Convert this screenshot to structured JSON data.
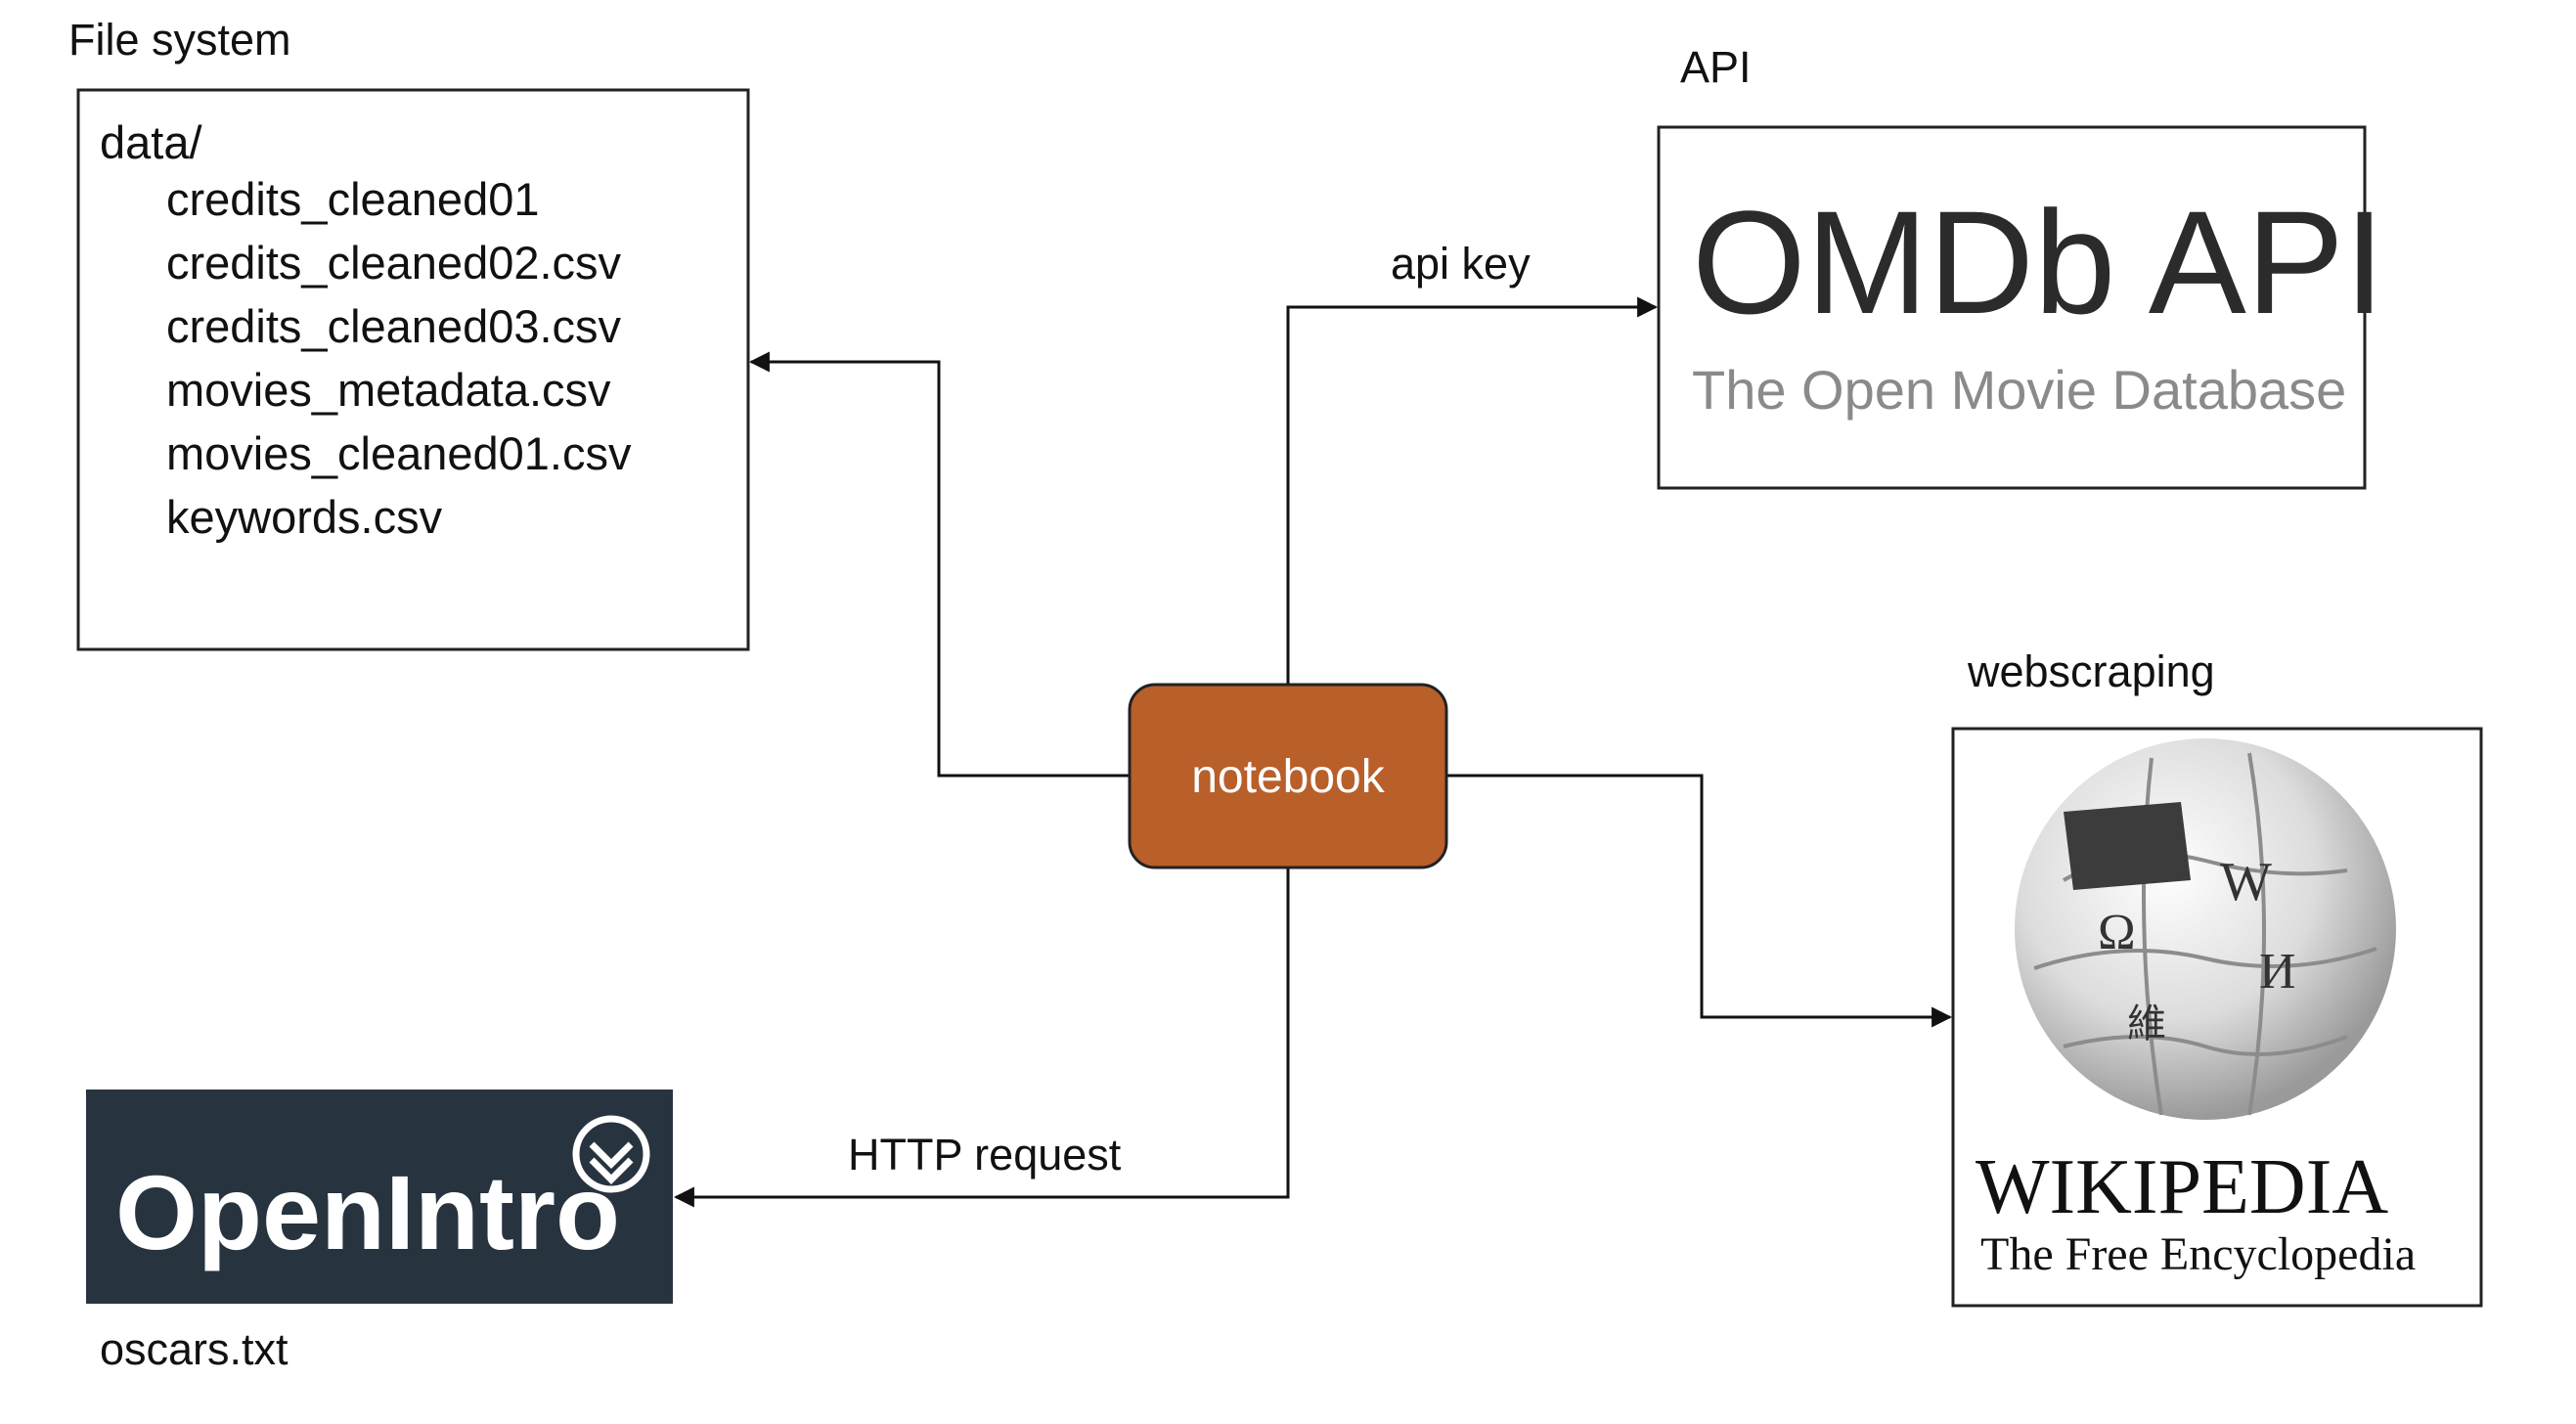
{
  "file_system": {
    "label": "File system",
    "folder": "data/",
    "files": [
      "credits_cleaned01",
      "credits_cleaned02.csv",
      "credits_cleaned03.csv",
      "movies_metadata.csv",
      "movies_cleaned01.csv",
      "keywords.csv"
    ]
  },
  "api": {
    "label": "API",
    "logo_title": "OMDb API",
    "logo_subtitle": "The Open Movie Database",
    "edge_label": "api key"
  },
  "notebook": {
    "label": "notebook",
    "color": "#b85f2a"
  },
  "webscraping": {
    "label": "webscraping",
    "logo_title": "WIKIPEDIA",
    "logo_subtitle": "The Free Encyclopedia"
  },
  "openintro": {
    "logo_text": "OpenIntro",
    "edge_label": "HTTP request",
    "file_label": "oscars.txt",
    "bg_color": "#283340"
  }
}
